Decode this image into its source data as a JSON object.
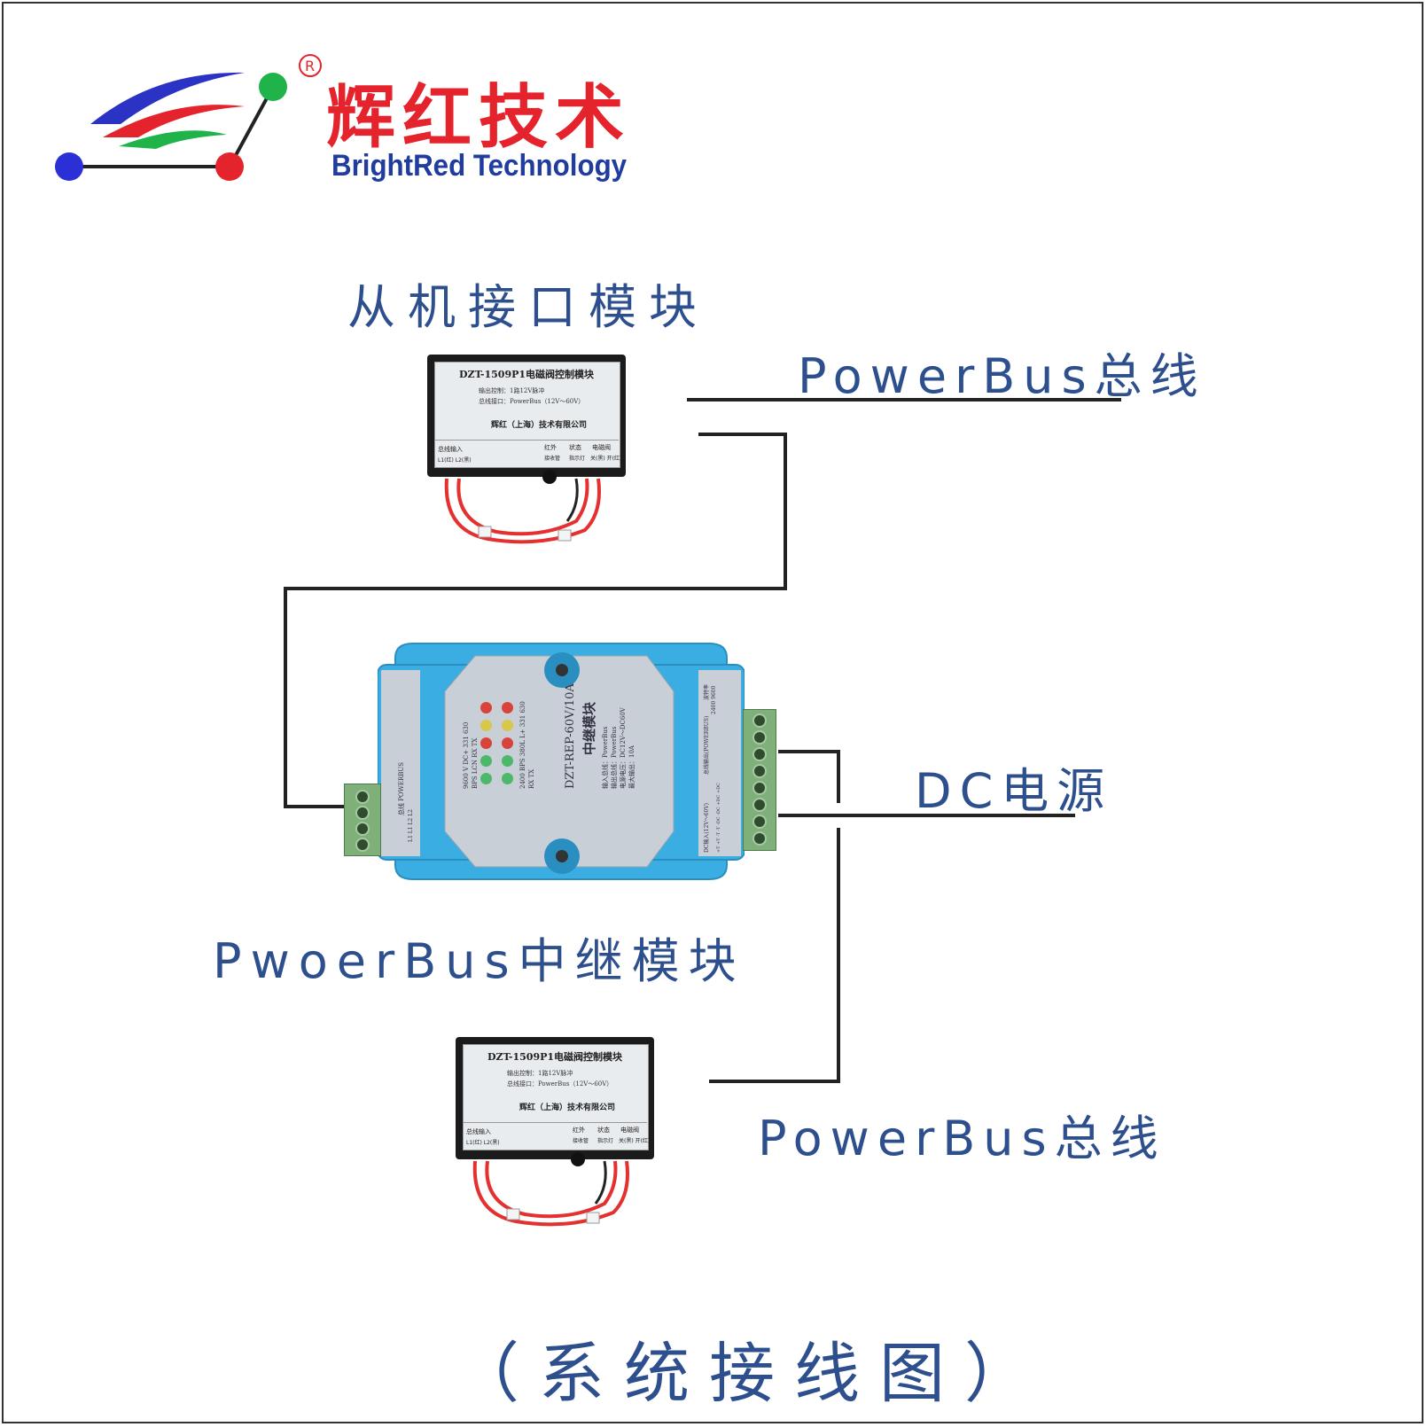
{
  "brand": {
    "name_cn": "辉红技术",
    "name_en": "BrightRed Technology",
    "registered_mark": "R",
    "colors": {
      "red": "#e5232c",
      "blue": "#1f3c9e",
      "green": "#1fb34a"
    }
  },
  "labels": {
    "slave_module": "从机接口模块",
    "powerbus_top": "PowerBus总线",
    "dc_power": "DC电源",
    "repeater_module": "PwoerBus中继模块",
    "powerbus_bottom": "PowerBus总线",
    "caption": "（系统接线图）"
  },
  "slave_module": {
    "title": "DZT-1509P1电磁阀控制模块",
    "line1": "输出控制：1路12V脉冲",
    "line2": "总线接口：PowerBus（12V～60V）",
    "company": "辉红（上海）技术有限公司",
    "bus_input": "总线输入",
    "bus_terms": "L1(红) L2(黑)",
    "col1_a": "红外",
    "col1_b": "接收管",
    "col2_a": "状态",
    "col2_b": "指示灯",
    "col3_a": "电磁阀",
    "col3_b": "关(黑) 开(红)"
  },
  "repeater": {
    "model": "DZT-REP-60V/10A",
    "name": "中继模块",
    "spec1": "输入总线：PowerBus",
    "spec2": "输出总线：PowerBus",
    "spec3": "电源电压：DC12V～DC60V",
    "spec4": "最大输出：10A",
    "led_col1": "9600  V  DC+  331  630",
    "led_col1b": "BPS  LCN  RX  TX",
    "led_col2": "2400  BPS  380L  L+  331  630",
    "led_col2b": "RX  TX",
    "left_term": "总线 POWERBUS",
    "left_pins": "L1  L1  L2  L2",
    "right_label1": "波特率",
    "right_label2": "2400  9600",
    "right_label3": "总线输出(POWERBUS)",
    "right_label4": "DC输入(12V～60V)",
    "right_pins": "+T  +T  -T  -T  -DC  -DC  +DC  +DC",
    "colors": {
      "body": "#3aaee3",
      "panel": "#c9cfd6",
      "terminal": "#7fb07a"
    }
  }
}
